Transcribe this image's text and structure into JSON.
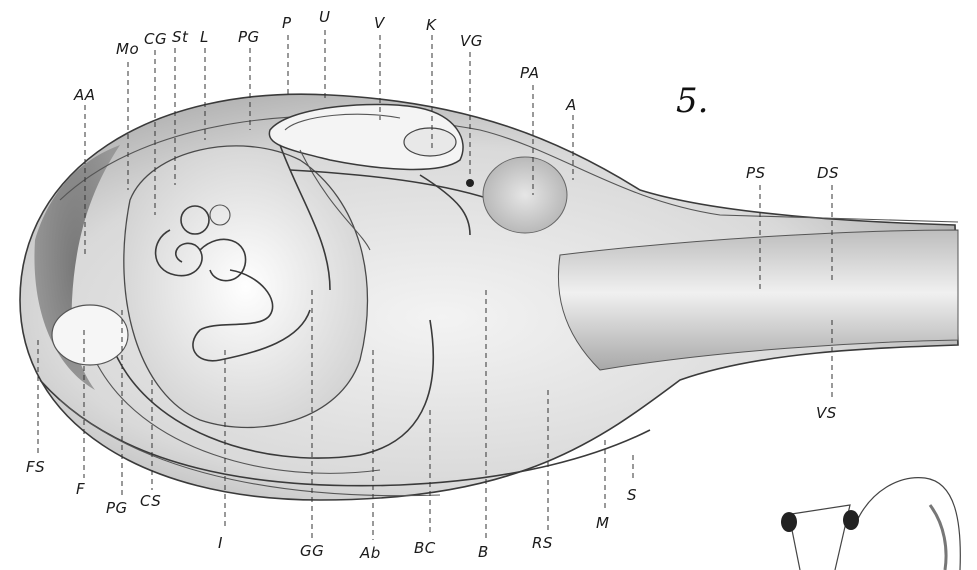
{
  "figure_number": "5.",
  "labels": {
    "top": [
      "Mo",
      "CG",
      "St",
      "L",
      "PG",
      "P",
      "U",
      "V",
      "K",
      "VG",
      "PA",
      "A"
    ],
    "left_upper": "AA",
    "right_upper": [
      "PS",
      "DS"
    ],
    "right_lower": "VS",
    "bottom": [
      "FS",
      "F",
      "PG",
      "CS",
      "I",
      "GG",
      "Ab",
      "BC",
      "B",
      "RS",
      "M",
      "S"
    ]
  }
}
